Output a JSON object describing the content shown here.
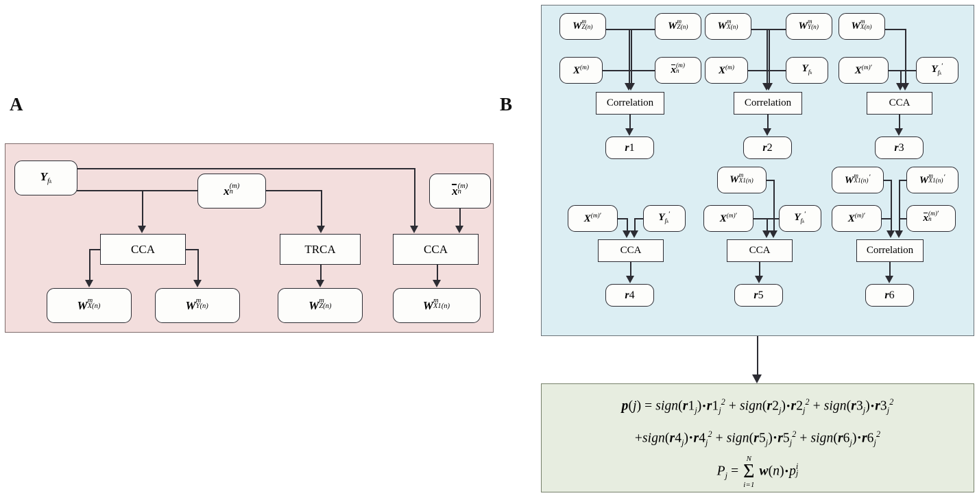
{
  "figure": {
    "panel_a_letter": "A",
    "panel_b_letter": "B",
    "colors": {
      "panel_a_bg": "#f3dedd",
      "panel_b_bg": "#dceef3",
      "formula_bg": "#e7ede0",
      "node_bg": "#fdfdfb",
      "stroke": "#2c2c33"
    }
  },
  "panel_a": {
    "nodes": {
      "yfk": "Y_{f_k}",
      "xnm": "x_n^{(m)}",
      "xbar_nm": "x̄_n^{(m)}",
      "cca_left": "CCA",
      "trca": "TRCA",
      "cca_right": "CCA",
      "w_xn": "W_{X(n)}^{m}",
      "w_yn": "W_{Y(n)}^{m}",
      "w_zn": "W_{Z(n)}^{m}",
      "w_x1n": "W_{X1(n)}^{m}"
    },
    "operations": [
      "CCA",
      "TRCA",
      "CCA"
    ]
  },
  "panel_b": {
    "branches": [
      {
        "id": "r1",
        "inputs_top": [
          "W_{Z(n)}^{m}",
          "W_{Z(n)}^{m}"
        ],
        "inputs_bottom": [
          "X^{(m)}",
          "x̄_n^{(m)}"
        ],
        "operation": "Correlation",
        "output": "r1"
      },
      {
        "id": "r2",
        "inputs_top": [
          "W_{X(n)}^{m}",
          "W_{Y(n)}^{m}"
        ],
        "inputs_bottom": [
          "X^{(m)}",
          "Y_{f_k}"
        ],
        "operation": "Correlation",
        "output": "r2"
      },
      {
        "id": "r3",
        "inputs_top": [
          "W_{X(n)}^{m}"
        ],
        "inputs_bottom": [
          "X^{(m)'}",
          "Y_{f_k}'"
        ],
        "operation": "CCA",
        "output": "r3"
      },
      {
        "id": "r4",
        "inputs_top": [],
        "inputs_bottom": [
          "X^{(m)'}",
          "Y_{f_k}'"
        ],
        "operation": "CCA",
        "output": "r4"
      },
      {
        "id": "r5",
        "inputs_top": [
          "W_{X1(n)}^{m}"
        ],
        "inputs_bottom": [
          "X^{(m)'}",
          "Y_{f_k}'"
        ],
        "operation": "CCA",
        "output": "r5"
      },
      {
        "id": "r6",
        "inputs_top": [
          "W_{X1(n)}^{m}'",
          "W_{X1(n)}^{m}'"
        ],
        "inputs_bottom": [
          "X^{(m)'}",
          "x̄_n^{(m)'}"
        ],
        "operation": "Correlation",
        "output": "r6"
      }
    ],
    "operation_labels": {
      "correlation": "Correlation",
      "cca": "CCA"
    },
    "outputs": [
      "r1",
      "r2",
      "r3",
      "r4",
      "r5",
      "r6"
    ]
  },
  "formula": {
    "line1_lhs": "p(j) =",
    "line1": "p(j) = sign(r1_j) • r1_j^2 + sign(r2_j) • r2_j^2 + sign(r3_j) • r3_j^2",
    "line2": "+ sign(r4_j) • r4_j^2 + sign(r5_j) • r5_j^2 + sign(r6_j) • r6_j^2",
    "line3": "P_j = Σ_{i=1}^{N} w(n) • p_j^i",
    "sum_upper": "N",
    "sum_lower": "i=1",
    "sign_label": "sign",
    "weight_label": "w(n)"
  }
}
